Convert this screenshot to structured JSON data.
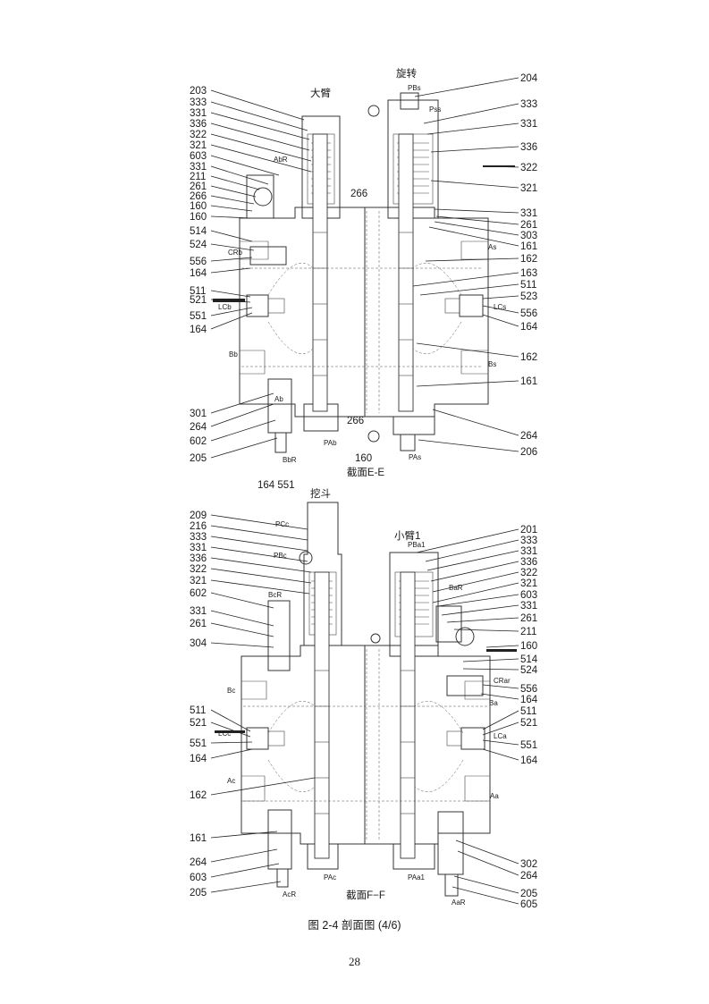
{
  "section_top": {
    "title_left": "大臂",
    "title_right": "旋转",
    "caption": "截面E-E",
    "left_labels": [
      "203",
      "333",
      "331",
      "336",
      "322",
      "321",
      "603",
      "331",
      "211",
      "261",
      "266",
      "160",
      "160",
      "514",
      "524",
      "556",
      "164",
      "511",
      "521",
      "551",
      "164",
      "301",
      "264",
      "602",
      "205"
    ],
    "right_labels": [
      "204",
      "333",
      "331",
      "336",
      "322",
      "321",
      "331",
      "261",
      "303",
      "161",
      "162",
      "163",
      "511",
      "523",
      "556",
      "164",
      "162",
      "161",
      "264",
      "206"
    ],
    "inner_labels": {
      "pbs": "PBs",
      "pss": "Pss",
      "abr": "AbR",
      "crb": "CRb",
      "lcb": "LCb",
      "as": "As",
      "lcs": "LCs",
      "bb": "Bb",
      "bs": "Bs",
      "ab": "Ab",
      "pab": "PAb",
      "pas": "PAs",
      "bbr": "BbR",
      "n266a": "266",
      "n266b": "266",
      "n160": "160"
    }
  },
  "section_bottom": {
    "title_left": "挖斗",
    "title_right": "小臂1",
    "caption": "截面F−F",
    "top_labels": "164 551",
    "left_labels": [
      "209",
      "216",
      "333",
      "331",
      "336",
      "322",
      "321",
      "602",
      "331",
      "261",
      "304",
      "511",
      "521",
      "551",
      "164",
      "162",
      "161",
      "264",
      "603",
      "205"
    ],
    "right_labels": [
      "201",
      "333",
      "331",
      "336",
      "322",
      "321",
      "603",
      "331",
      "261",
      "211",
      "160",
      "514",
      "524",
      "556",
      "164",
      "511",
      "521",
      "551",
      "164",
      "302",
      "264",
      "205",
      "605"
    ],
    "inner_labels": {
      "pcc": "PCc",
      "pbc": "PBc",
      "bcr": "BcR",
      "pba1": "PBa1",
      "bar": "BaR",
      "bc": "Bc",
      "crar": "CRar",
      "ba": "Ba",
      "lcc": "LCc",
      "lca": "LCa",
      "ac": "Ac",
      "aa": "Aa",
      "pac": "PAc",
      "paa1": "PAa1",
      "acr": "AcR",
      "aar": "AaR"
    }
  },
  "figure_caption": "图 2-4 剖面图 (4/6)",
  "page_number": "28"
}
